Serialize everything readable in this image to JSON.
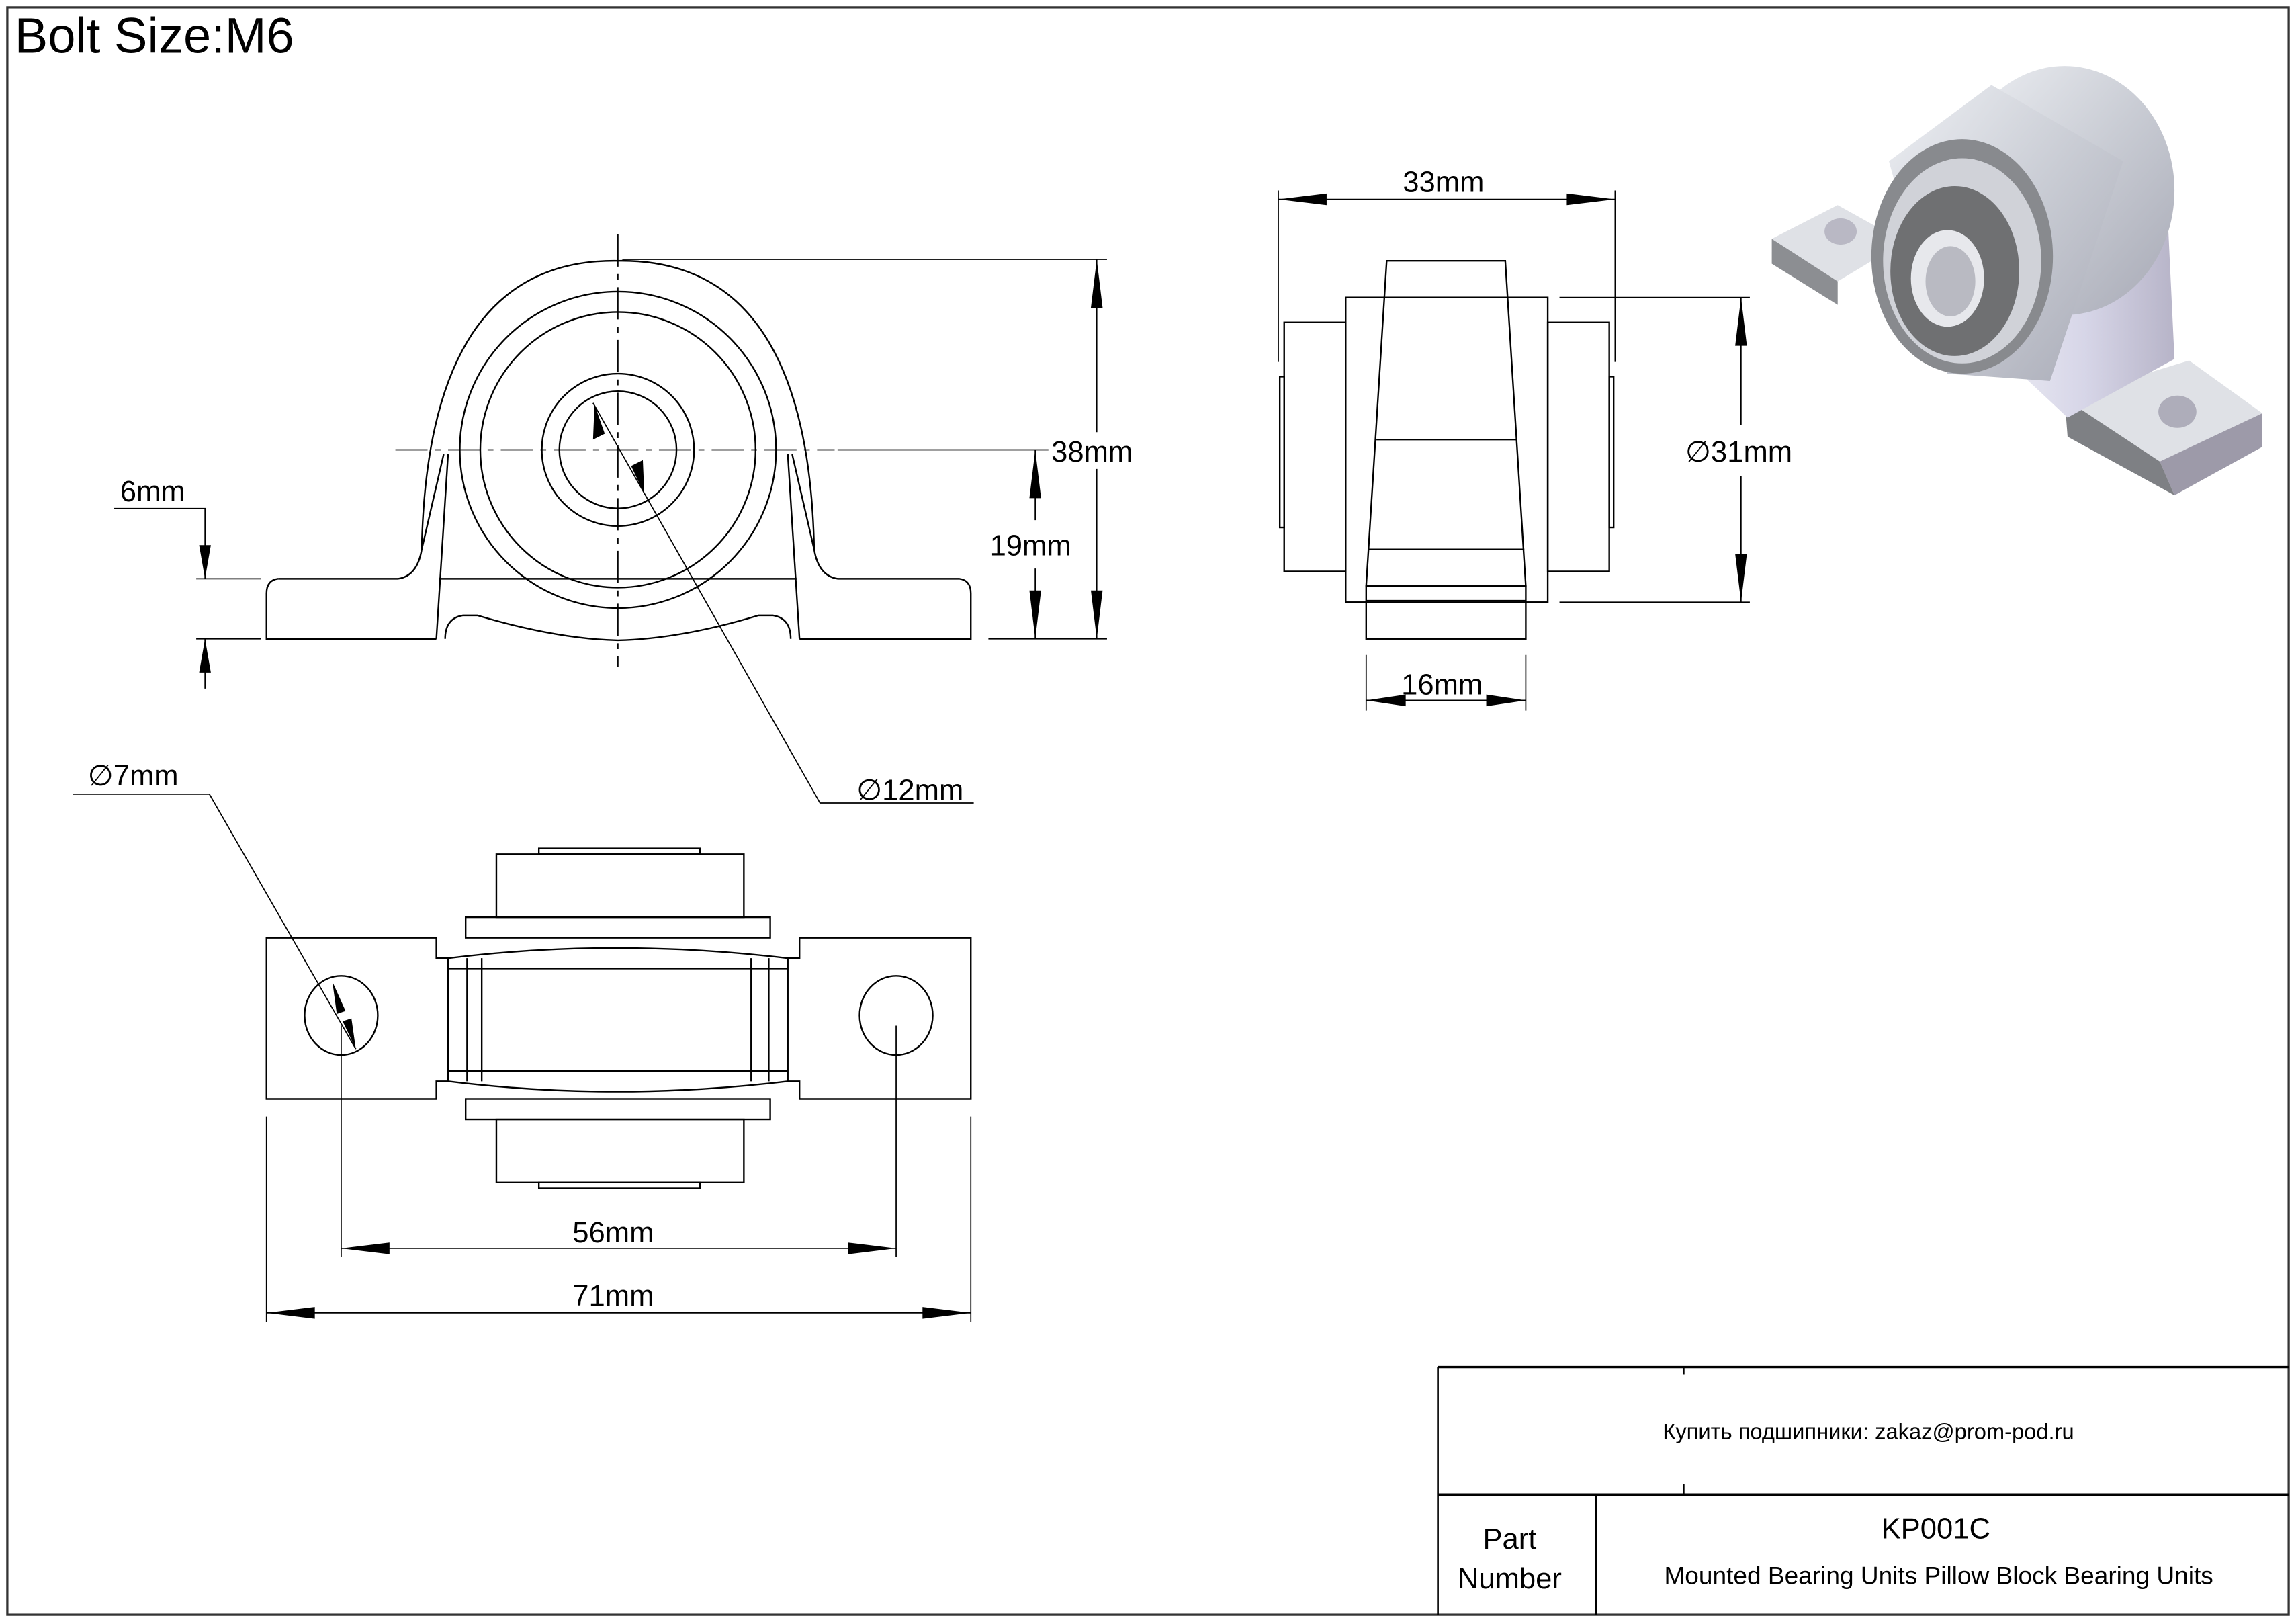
{
  "header": {
    "title": "Bolt Size:M6"
  },
  "dimensions": {
    "front_view": {
      "overall_height": "38mm",
      "center_height": "19mm",
      "base_thickness": "6mm",
      "bore_diameter": "∅12mm"
    },
    "side_view": {
      "overall_width": "33mm",
      "housing_diameter": "∅31mm",
      "base_width": "16mm"
    },
    "top_view": {
      "bolt_hole_diameter": "∅7mm",
      "bolt_hole_spacing": "56mm",
      "overall_length": "71mm"
    }
  },
  "title_block": {
    "contact": "Купить подшипники: zakaz@prom-pod.ru",
    "part_label_line1": "Part",
    "part_label_line2": "Number",
    "part_number": "KP001C",
    "description": "Mounted Bearing Units Pillow Block Bearing Units"
  },
  "colors": {
    "line": "#000000",
    "background": "#ffffff",
    "render_light": "#d9dce3",
    "render_dark": "#6f7072"
  }
}
